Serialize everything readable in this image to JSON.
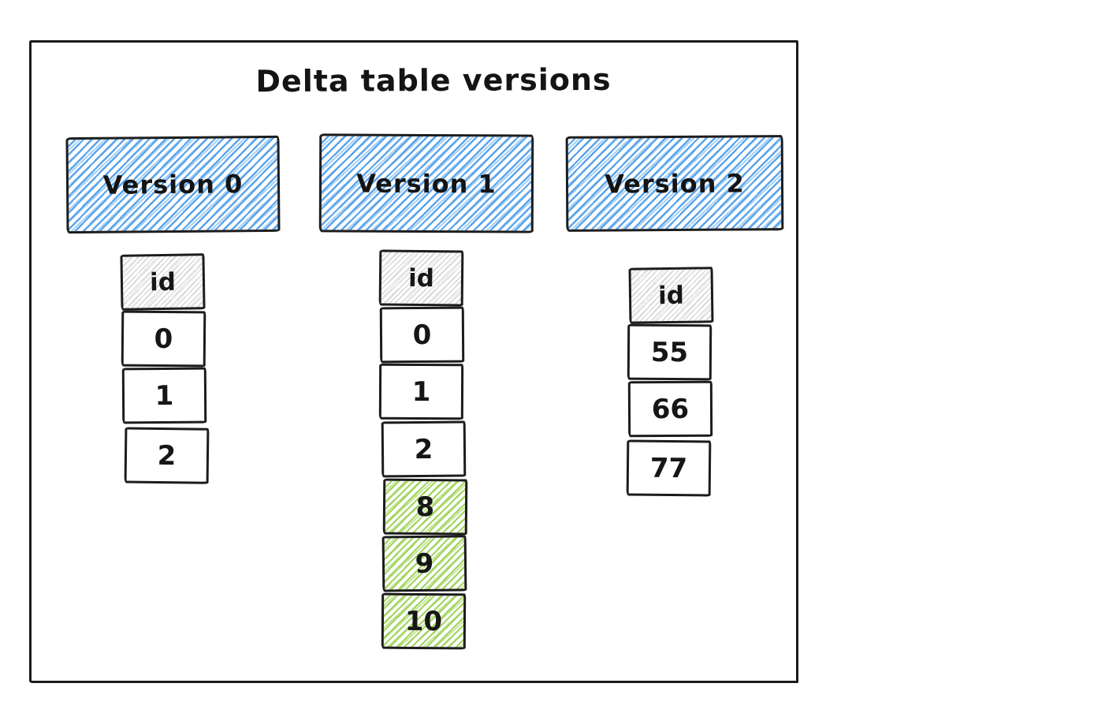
{
  "title": "Delta table versions",
  "colors": {
    "stroke": "#1b1b1b",
    "version_header_hatch": "#54a0e9",
    "id_header_hatch": "#d6d6d6",
    "added_row_hatch": "#9ed25a",
    "text": "#161616",
    "background": "#ffffff"
  },
  "versions": [
    {
      "label": "Version 0",
      "column_header": "id",
      "rows": [
        {
          "value": "0",
          "highlighted": false
        },
        {
          "value": "1",
          "highlighted": false
        },
        {
          "value": "2",
          "highlighted": false
        }
      ]
    },
    {
      "label": "Version 1",
      "column_header": "id",
      "rows": [
        {
          "value": "0",
          "highlighted": false
        },
        {
          "value": "1",
          "highlighted": false
        },
        {
          "value": "2",
          "highlighted": false
        },
        {
          "value": "8",
          "highlighted": true
        },
        {
          "value": "9",
          "highlighted": true
        },
        {
          "value": "10",
          "highlighted": true
        }
      ]
    },
    {
      "label": "Version 2",
      "column_header": "id",
      "rows": [
        {
          "value": "55",
          "highlighted": false
        },
        {
          "value": "66",
          "highlighted": false
        },
        {
          "value": "77",
          "highlighted": false
        }
      ]
    }
  ]
}
